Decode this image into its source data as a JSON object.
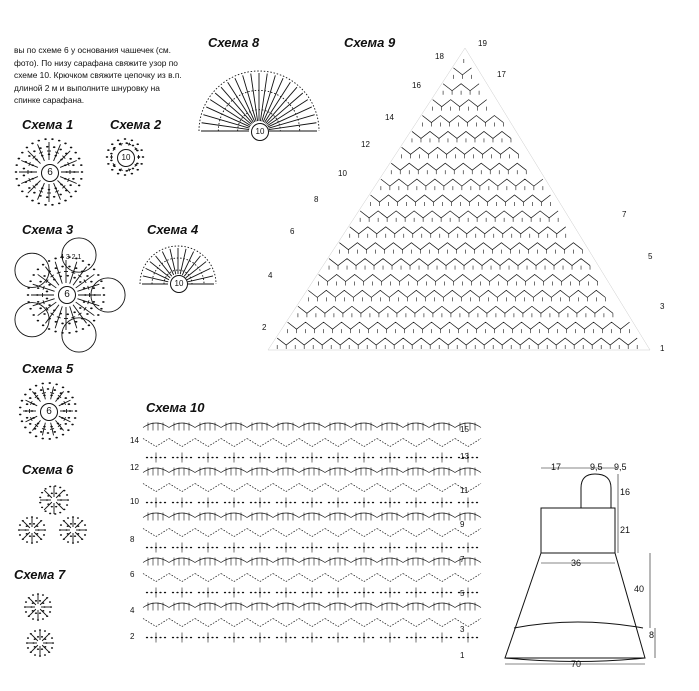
{
  "intro_text": "вы по схеме 6 у основания чашечек (см. фото). По низу сарафана свяжите узор по схеме 10. Крючком свяжите цепочку из в.п. длиной 2 м и выполните шнуровку на спинке сарафана.",
  "schemes": {
    "s1": {
      "label": "Схема 1",
      "center": "6"
    },
    "s2": {
      "label": "Схема 2",
      "center": "10"
    },
    "s3": {
      "label": "Схема 3",
      "center": "6",
      "inner_digits": "4 3 2 1"
    },
    "s4": {
      "label": "Схема 4",
      "center": "10"
    },
    "s5": {
      "label": "Схема 5",
      "center": "6"
    },
    "s6": {
      "label": "Схема 6"
    },
    "s7": {
      "label": "Схема 7"
    },
    "s8": {
      "label": "Схема 8",
      "center": "10"
    },
    "s9": {
      "label": "Схема 9",
      "rows": [
        "1",
        "2",
        "3",
        "4",
        "5",
        "6",
        "7",
        "8",
        "10",
        "12",
        "14",
        "16",
        "17",
        "18",
        "19"
      ]
    },
    "s10": {
      "label": "Схема 10",
      "left_rows": [
        "14",
        "12",
        "10",
        "8",
        "6",
        "4",
        "2"
      ],
      "right_rows": [
        "15",
        "13",
        "11",
        "9",
        "7",
        "5",
        "3",
        "1"
      ]
    }
  },
  "pattern": {
    "top": [
      "17",
      "9,5",
      "9,5"
    ],
    "right": [
      "16",
      "21",
      "40",
      "8"
    ],
    "inner_width": "36",
    "bottom_width": "70"
  }
}
